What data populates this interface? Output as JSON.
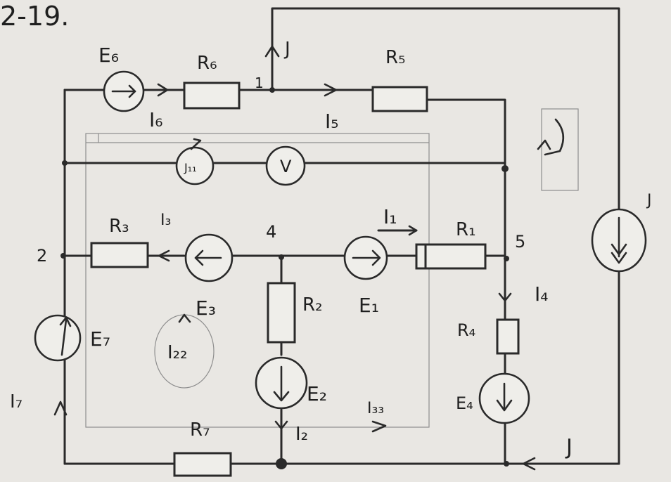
{
  "labels": {
    "header": "2-19.",
    "E6": "E₆",
    "R6": "R₆",
    "node1": "1",
    "J_top": "J",
    "R5": "R₅",
    "I5": "I₅",
    "I6": "I₆",
    "J11": "J₁₁",
    "V": "V",
    "R3": "R₃",
    "I3": "I₃",
    "node2": "2",
    "node4": "4",
    "I1": "I₁",
    "R1": "R₁",
    "node5": "5",
    "E3": "E₃",
    "E1": "E₁",
    "R2": "R₂",
    "I4": "I₄",
    "E7": "E₇",
    "I22": "I₂₂",
    "R4": "R₄",
    "E2": "E₂",
    "E4": "E₄",
    "I7": "I₇",
    "I33": "I₃₃",
    "R7": "R₇",
    "I2": "I₂",
    "J_right": "J",
    "J_bottom": "J"
  }
}
